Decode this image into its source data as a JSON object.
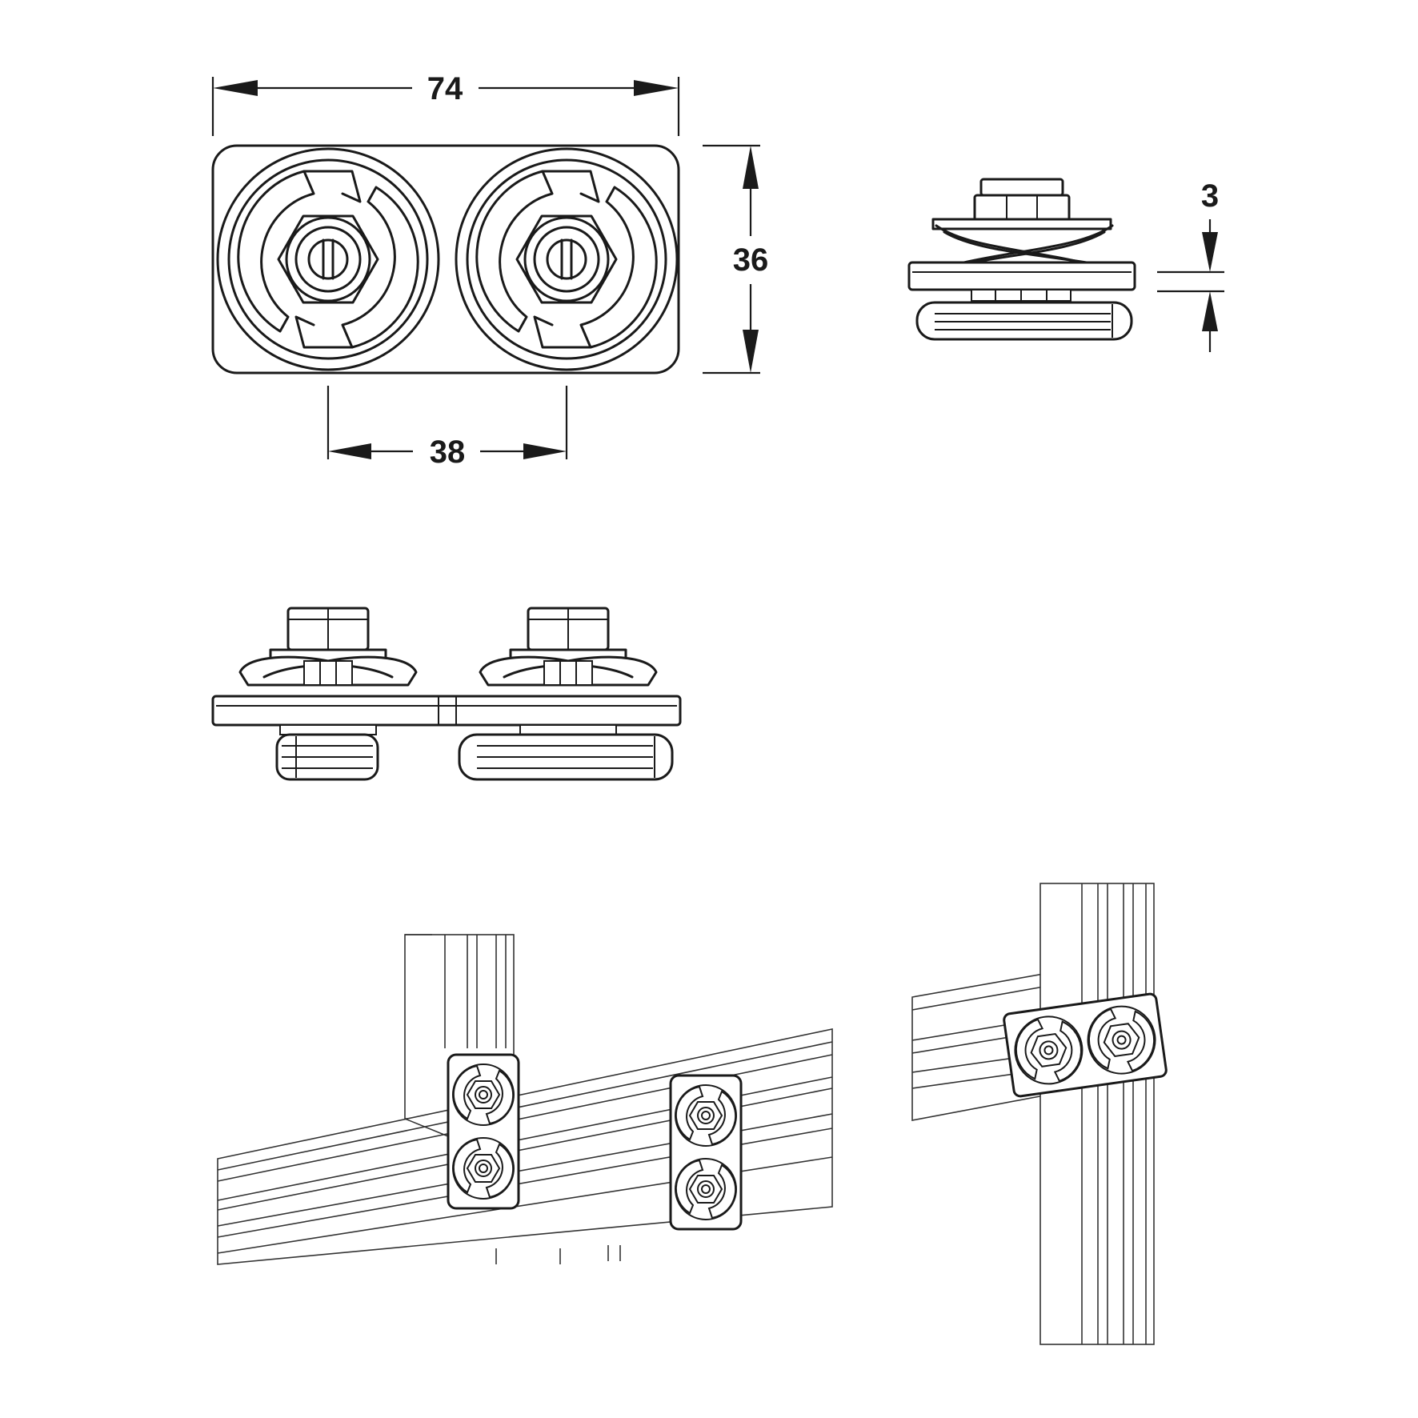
{
  "dimensions": {
    "overall_length": "74",
    "overall_width": "36",
    "hole_spacing": "38",
    "plate_thickness": "3"
  }
}
